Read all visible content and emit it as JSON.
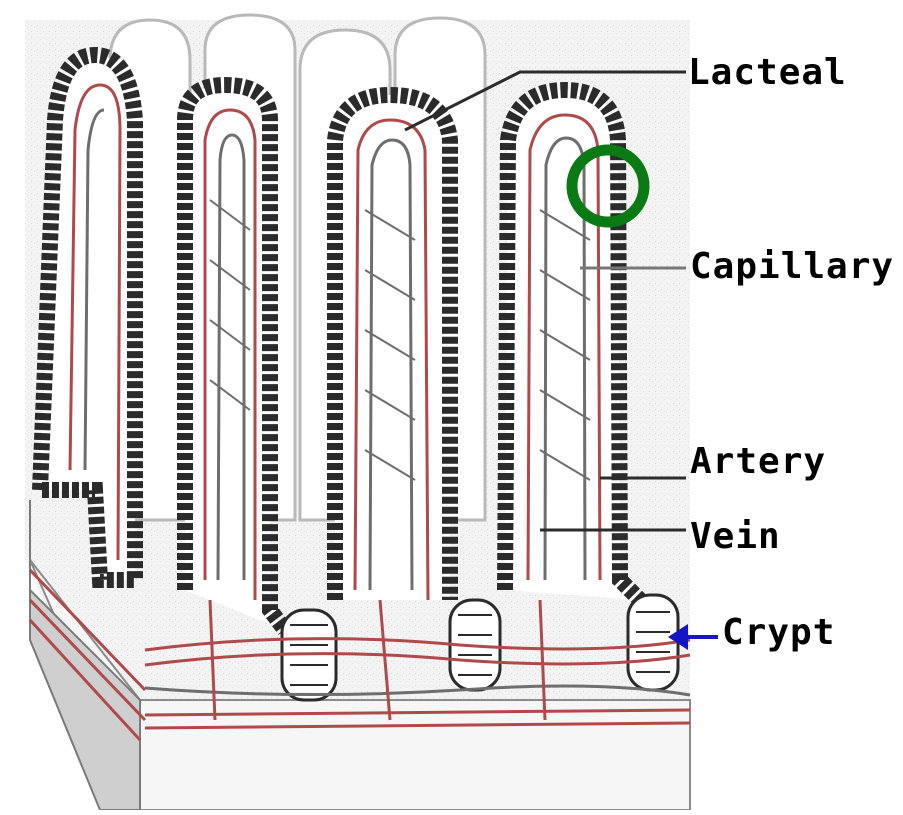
{
  "diagram": {
    "labels": {
      "lacteal": "Lacteal",
      "capillary": "Capillary",
      "artery": "Artery",
      "vein": "Vein",
      "crypt": "Crypt"
    },
    "colors": {
      "artery_red": "#b04a4a",
      "vein_gray": "#6e6e6e",
      "epithelium_dark": "#333333",
      "highlight_ring": "#0a7a14",
      "crypt_arrow": "#1414c8"
    }
  }
}
